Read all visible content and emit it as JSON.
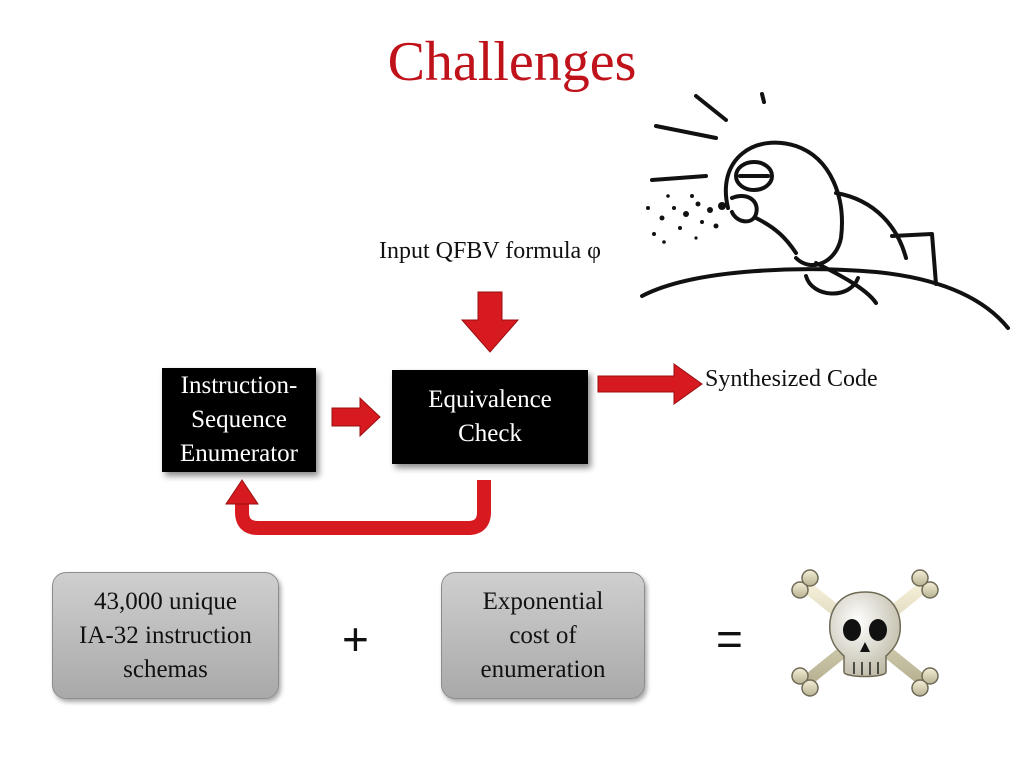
{
  "title": "Challenges",
  "input_label": "Input QFBV formula φ",
  "enumerator": {
    "line1": "Instruction-",
    "line2": "Sequence",
    "line3": "Enumerator"
  },
  "equivalence": {
    "line1": "Equivalence",
    "line2": "Check"
  },
  "output_label": "Synthesized Code",
  "schemas_box": {
    "line1": "43,000 unique",
    "line2": "IA-32 instruction",
    "line3": "schemas"
  },
  "operators": {
    "plus": "+",
    "equals": "="
  },
  "cost_box": {
    "line1": "Exponential",
    "line2": "cost of",
    "line3": "enumeration"
  },
  "colors": {
    "title": "#c0121b",
    "arrow": "#d61a1f",
    "box_dark": "#000000",
    "box_gray": "#b8b8b8"
  },
  "icons": {
    "meme": "spit-take-meme-icon",
    "skull": "skull-crossbones-icon"
  }
}
